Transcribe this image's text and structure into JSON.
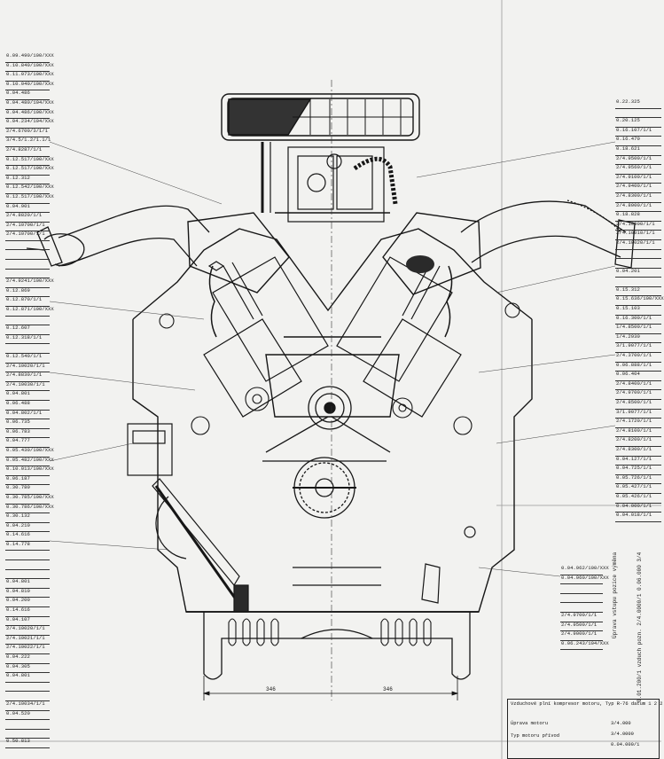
{
  "left_callouts": [
    "0.09.490/100/XXX",
    "0.10.840/100/XXX",
    "0.11.073/100/XXX",
    "0.10.040/100/XXX",
    "0.04.486",
    "0.04.480/104/XXX",
    "0.04.486/100/XXX",
    "0.04.234/104/XXX",
    "2/4.6700/3/1/1",
    "3/4.5/1.2/1.1/1",
    "2/4.8287/1/1",
    "0.12.517/100/XXX",
    "0.12.517/100/XXX",
    "0.12.312",
    "0.12.542/100/XXX",
    "0.12.517/100/XXX",
    "0.04.901",
    "2/4.8820/1/1",
    "2/4.10700/1/1",
    "2/4.10700/1/1",
    "",
    "",
    "",
    "",
    "2/4.9241/100/XXX",
    "0.12.869",
    "0.12.870/1/1",
    "0.12.871/100/XXX",
    "",
    "0.12.607",
    "0.12.318/1/1",
    "",
    "0.12.540/1/1",
    "2/4.10020/1/1",
    "2/4.8830/1/1",
    "2/4.10030/1/1",
    "0.04.801",
    "0.06.488",
    "0.04.802/1/1",
    "0.06.735",
    "0.06.783",
    "0.04.777",
    "0.05.430/100/XXX",
    "0.05.482/100/XXX",
    "0.10.013/100/XXX",
    "0.06.187",
    "0.30.780",
    "0.30.785/100/XXX",
    "0.30.786/100/XXX",
    "0.30.132",
    "0.04.210",
    "0.14.616",
    "0.14.778",
    "",
    "",
    "",
    "0.04.801",
    "0.04.810",
    "0.04.200",
    "0.14.616",
    "0.04.107",
    "2/4.10020/1/1",
    "2/4.10021/1/1",
    "2/4.10022/1/1",
    "0.04.222",
    "0.04.305",
    "0.04.801",
    "",
    "",
    "2/4.10034/1/1",
    "0.04.520",
    "",
    "",
    "0.50.813"
  ],
  "right_callouts": [
    "0.22.325",
    "",
    "0.20.125",
    "0.16.107/1/1",
    "0.16.470",
    "0.18.621",
    "2/4.9500/1/1",
    "2/4.9560/1/1",
    "2/4.9100/1/1",
    "2/4.9400/1/1",
    "2/4.8300/1/1",
    "2/4.8000/1/1",
    "0.18.828",
    "2/4.10000/1/1",
    "2/4.10010/1/1",
    "2/4.10020/1/1",
    "",
    "",
    "0.04.201",
    "",
    "0.15.312",
    "0.15.636/100/XXX",
    "0.15.103",
    "0.16.300/1/1",
    "1/4.8500/1/1",
    "1/4.2930",
    "3/1.9077/1/1",
    "2/4.3700/1/1",
    "0.06.888/1/1",
    "0.06.404",
    "2/4.8400/1/1",
    "2/4.9700/1/1",
    "2/4.8500/1/1",
    "3/1.9077/1/1",
    "2/4.1720/1/1",
    "2/4.8100/1/1",
    "2/4.8200/1/1",
    "2/4.8300/1/1",
    "0.04.127/1/1",
    "0.04.725/1/1",
    "0.05.726/1/1",
    "0.05.427/1/1",
    "0.05.426/1/1",
    "0.04.000/1/1",
    "0.04.018/1/1"
  ],
  "mid_callouts": [
    "0.04.962/100/XXX",
    "0.04.960/100/XXX",
    "",
    "",
    "",
    "2/4.9700/1/1",
    "2/4.9500/1/1",
    "2/4.9000/1/1",
    "0.06.243/104/XXX"
  ],
  "dimensions": {
    "left": "346",
    "right": "346"
  },
  "title_block": {
    "header": "Vzduchové plní kompresor motoru, Typ R-76 datum 1 2 2",
    "name_line1": "Úprava motoru",
    "name_line2": "Typ motoru přívod",
    "drawing_no": "3/4.000",
    "sheet_no": "3/4.0000",
    "rev": "0.04.000/1"
  },
  "side_notes": [
    "0.01.200/1  vzduch  pozn. 2/4.0000/1  0.06.000  3/4",
    "Úprava vstupu pozice  výměna"
  ],
  "colors": {
    "paper": "#f2f2f0",
    "ink": "#161616",
    "fill": "#3c3c3c"
  }
}
